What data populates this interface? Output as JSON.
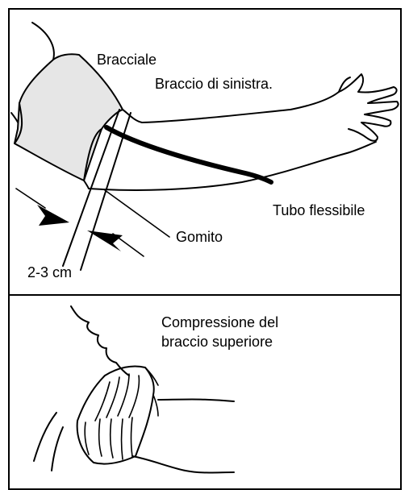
{
  "top_panel": {
    "label_cuff": "Bracciale",
    "label_arm": "Braccio di sinistra.",
    "label_tube": "Tubo flessibile",
    "label_elbow": "Gomito",
    "label_distance": "2-3 cm"
  },
  "bottom_panel": {
    "caption_line1": "Compressione del",
    "caption_line2": "braccio superiore"
  }
}
